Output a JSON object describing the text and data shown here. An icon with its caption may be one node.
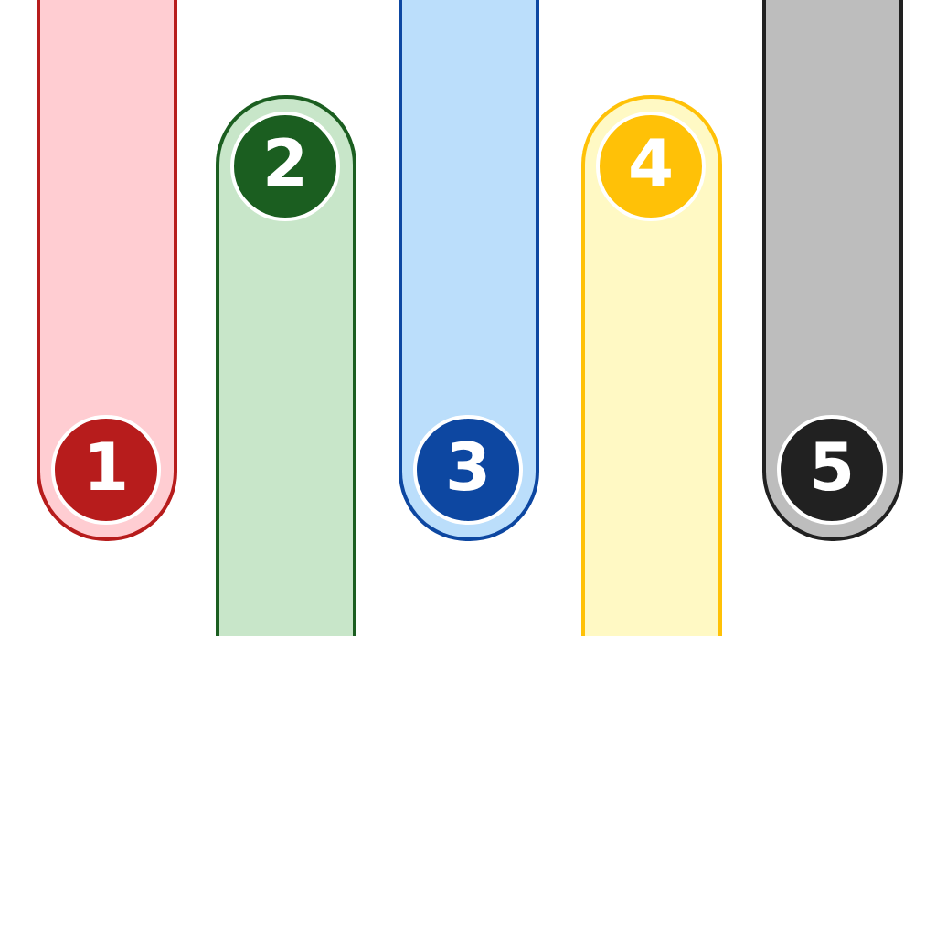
{
  "diagram": {
    "nodes": [
      {
        "text": [],
        "shape": "bar"
      },
      {
        "text": [
          "1"
        ],
        "in": 0
      },
      {
        "text": [],
        "shape": "bar"
      },
      {
        "text": [
          "2"
        ],
        "in": 2
      },
      {
        "text": [],
        "shape": "bar"
      },
      {
        "text": [
          "3"
        ],
        "in": 4
      },
      {
        "text": [],
        "shape": "bar"
      },
      {
        "text": [
          "4"
        ],
        "in": 6
      },
      {
        "text": [],
        "shape": "bar"
      },
      {
        "text": [
          "5"
        ],
        "in": 8
      }
    ]
  }
}
